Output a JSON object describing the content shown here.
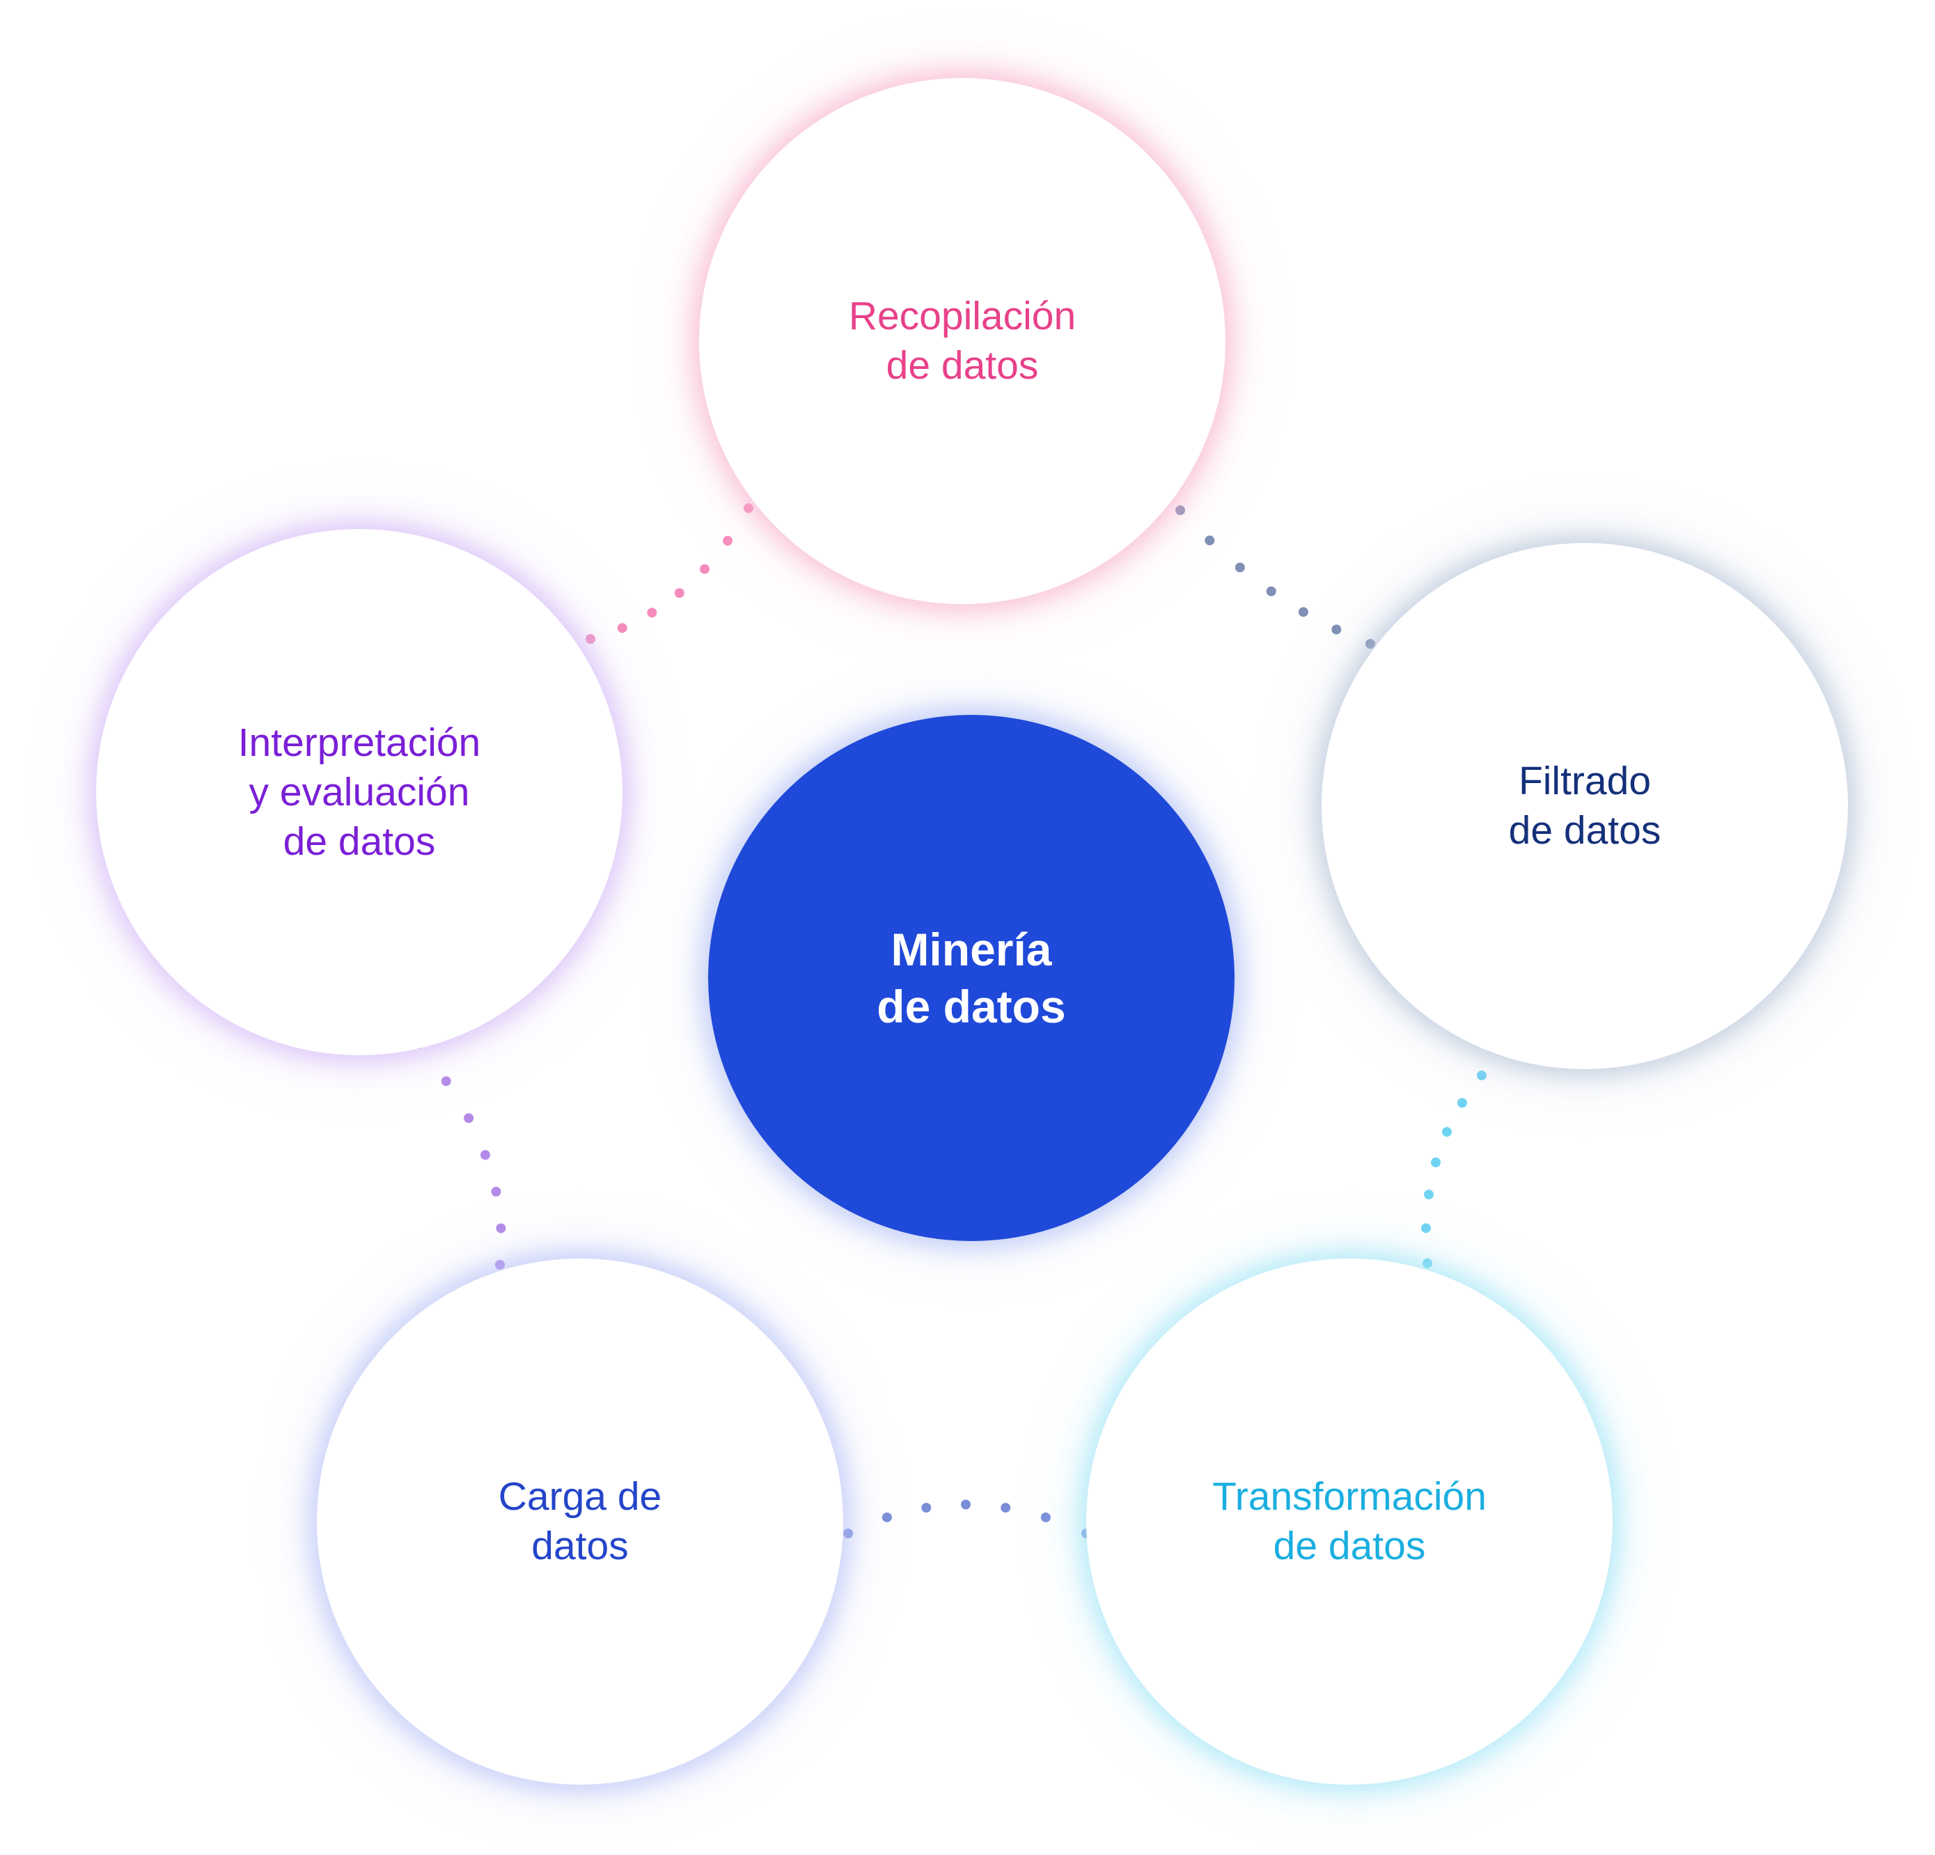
{
  "diagram": {
    "center": {
      "lines": [
        "Minería",
        "de datos"
      ],
      "color": "#ffffff",
      "fill": "#1f49d9"
    },
    "nodes": [
      {
        "id": "recopilacion",
        "lines": [
          "Recopilación",
          "de datos"
        ],
        "color": "#e8418a",
        "dot_color": "#f58cbc"
      },
      {
        "id": "filtrado",
        "lines": [
          "Filtrado",
          "de datos"
        ],
        "color": "#14307a",
        "dot_color": "#7f8fb5"
      },
      {
        "id": "transformacion",
        "lines": [
          "Transformación",
          "de datos"
        ],
        "color": "#1aaee0",
        "dot_color": "#6fd3f2"
      },
      {
        "id": "carga",
        "lines": [
          "Carga de",
          "datos"
        ],
        "color": "#2445c9",
        "dot_color": "#7a8ed8"
      },
      {
        "id": "interpretacion",
        "lines": [
          "Interpretación",
          "y evaluación",
          "de datos"
        ],
        "color": "#7a1fd6",
        "dot_color": "#b38ae8"
      }
    ]
  }
}
